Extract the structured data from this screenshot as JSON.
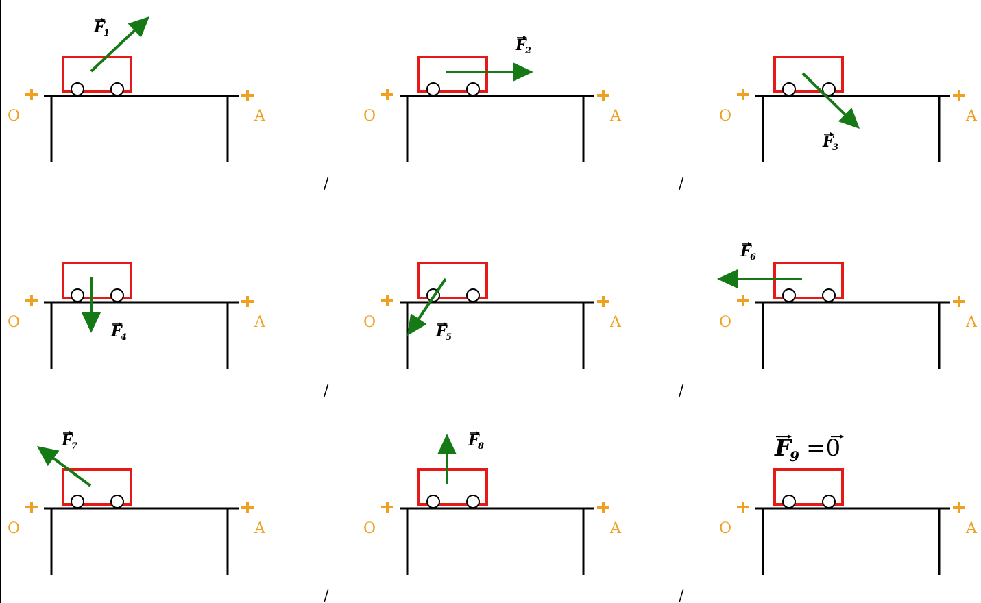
{
  "colors": {
    "cart": "#e61919",
    "force": "#157a15",
    "axis": "#f0a020",
    "ink": "#000000"
  },
  "panels": [
    {
      "label": "F",
      "sub": "1",
      "origin": "O",
      "end": "A"
    },
    {
      "label": "F",
      "sub": "2",
      "origin": "O",
      "end": "A"
    },
    {
      "label": "F",
      "sub": "3",
      "origin": "O",
      "end": "A"
    },
    {
      "label": "F",
      "sub": "4",
      "origin": "O",
      "end": "A"
    },
    {
      "label": "F",
      "sub": "5",
      "origin": "O",
      "end": "A"
    },
    {
      "label": "F",
      "sub": "6",
      "origin": "O",
      "end": "A"
    },
    {
      "label": "F",
      "sub": "7",
      "origin": "O",
      "end": "A"
    },
    {
      "label": "F",
      "sub": "8",
      "origin": "O",
      "end": "A"
    },
    {
      "label": "F",
      "sub": "9",
      "suffix": "=0",
      "origin": "O",
      "end": "A"
    }
  ],
  "separators": [
    "/",
    "/",
    "/",
    "/",
    "/",
    "/"
  ]
}
